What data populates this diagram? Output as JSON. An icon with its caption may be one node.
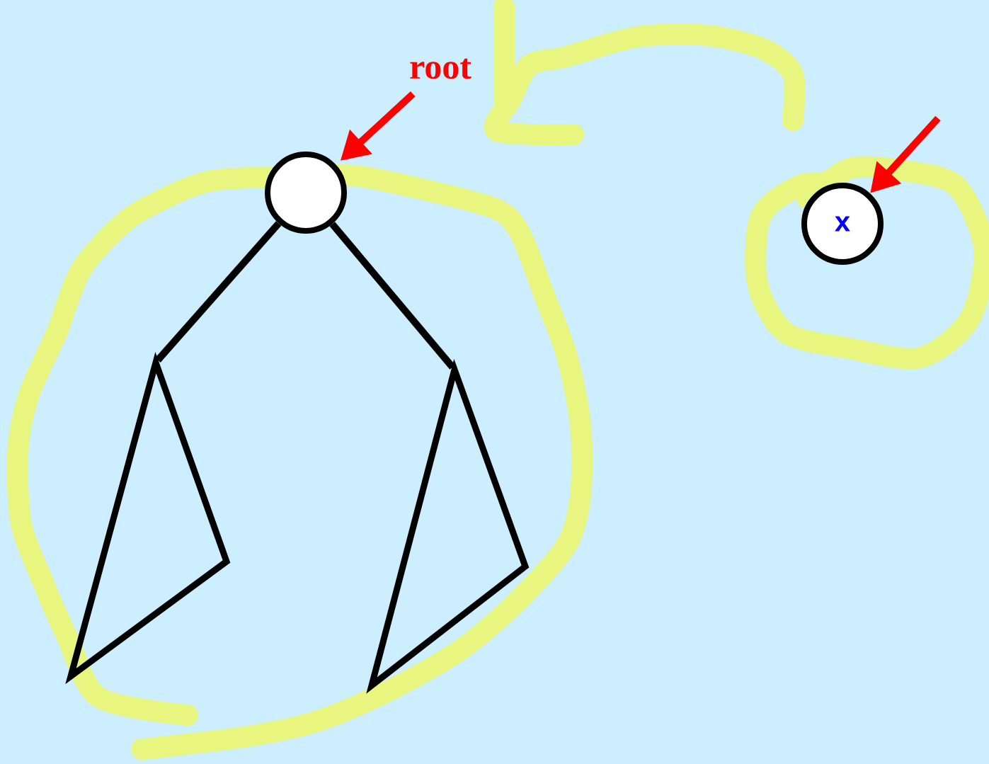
{
  "diagram": {
    "nodes": [
      {
        "text": [
          "root"
        ]
      },
      {
        "text": [],
        "shape": "circle"
      },
      {
        "text": [],
        "shape": "triangle"
      },
      {
        "text": [],
        "shape": "triangle"
      },
      {
        "text": [
          "x"
        ]
      }
    ],
    "edges": [
      {
        "from": 0,
        "to": 1,
        "arrow": "to",
        "color": "#ff0000"
      },
      {
        "from": 1,
        "to": 2,
        "arrow": "none",
        "color": "#000000"
      },
      {
        "from": 1,
        "to": 3,
        "arrow": "none",
        "color": "#000000"
      },
      {
        "from": null,
        "to": 4,
        "arrow": "to",
        "color": "#ff0000"
      }
    ]
  }
}
